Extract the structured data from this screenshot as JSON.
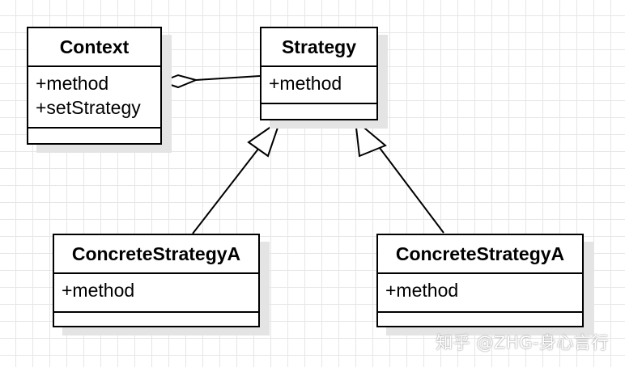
{
  "classes": {
    "context": {
      "name": "Context",
      "methods": [
        "+method",
        "+setStrategy"
      ]
    },
    "strategy": {
      "name": "Strategy",
      "methods": [
        "+method"
      ]
    },
    "concrete_a1": {
      "name": "ConcreteStrategyA",
      "methods": [
        "+method"
      ]
    },
    "concrete_a2": {
      "name": "ConcreteStrategyA",
      "methods": [
        "+method"
      ]
    }
  },
  "watermark": "知乎 @ZHG-身心言行",
  "colors": {
    "line": "#000000",
    "grid": "#e6e6e6",
    "shadow": "#e4e4e4"
  }
}
